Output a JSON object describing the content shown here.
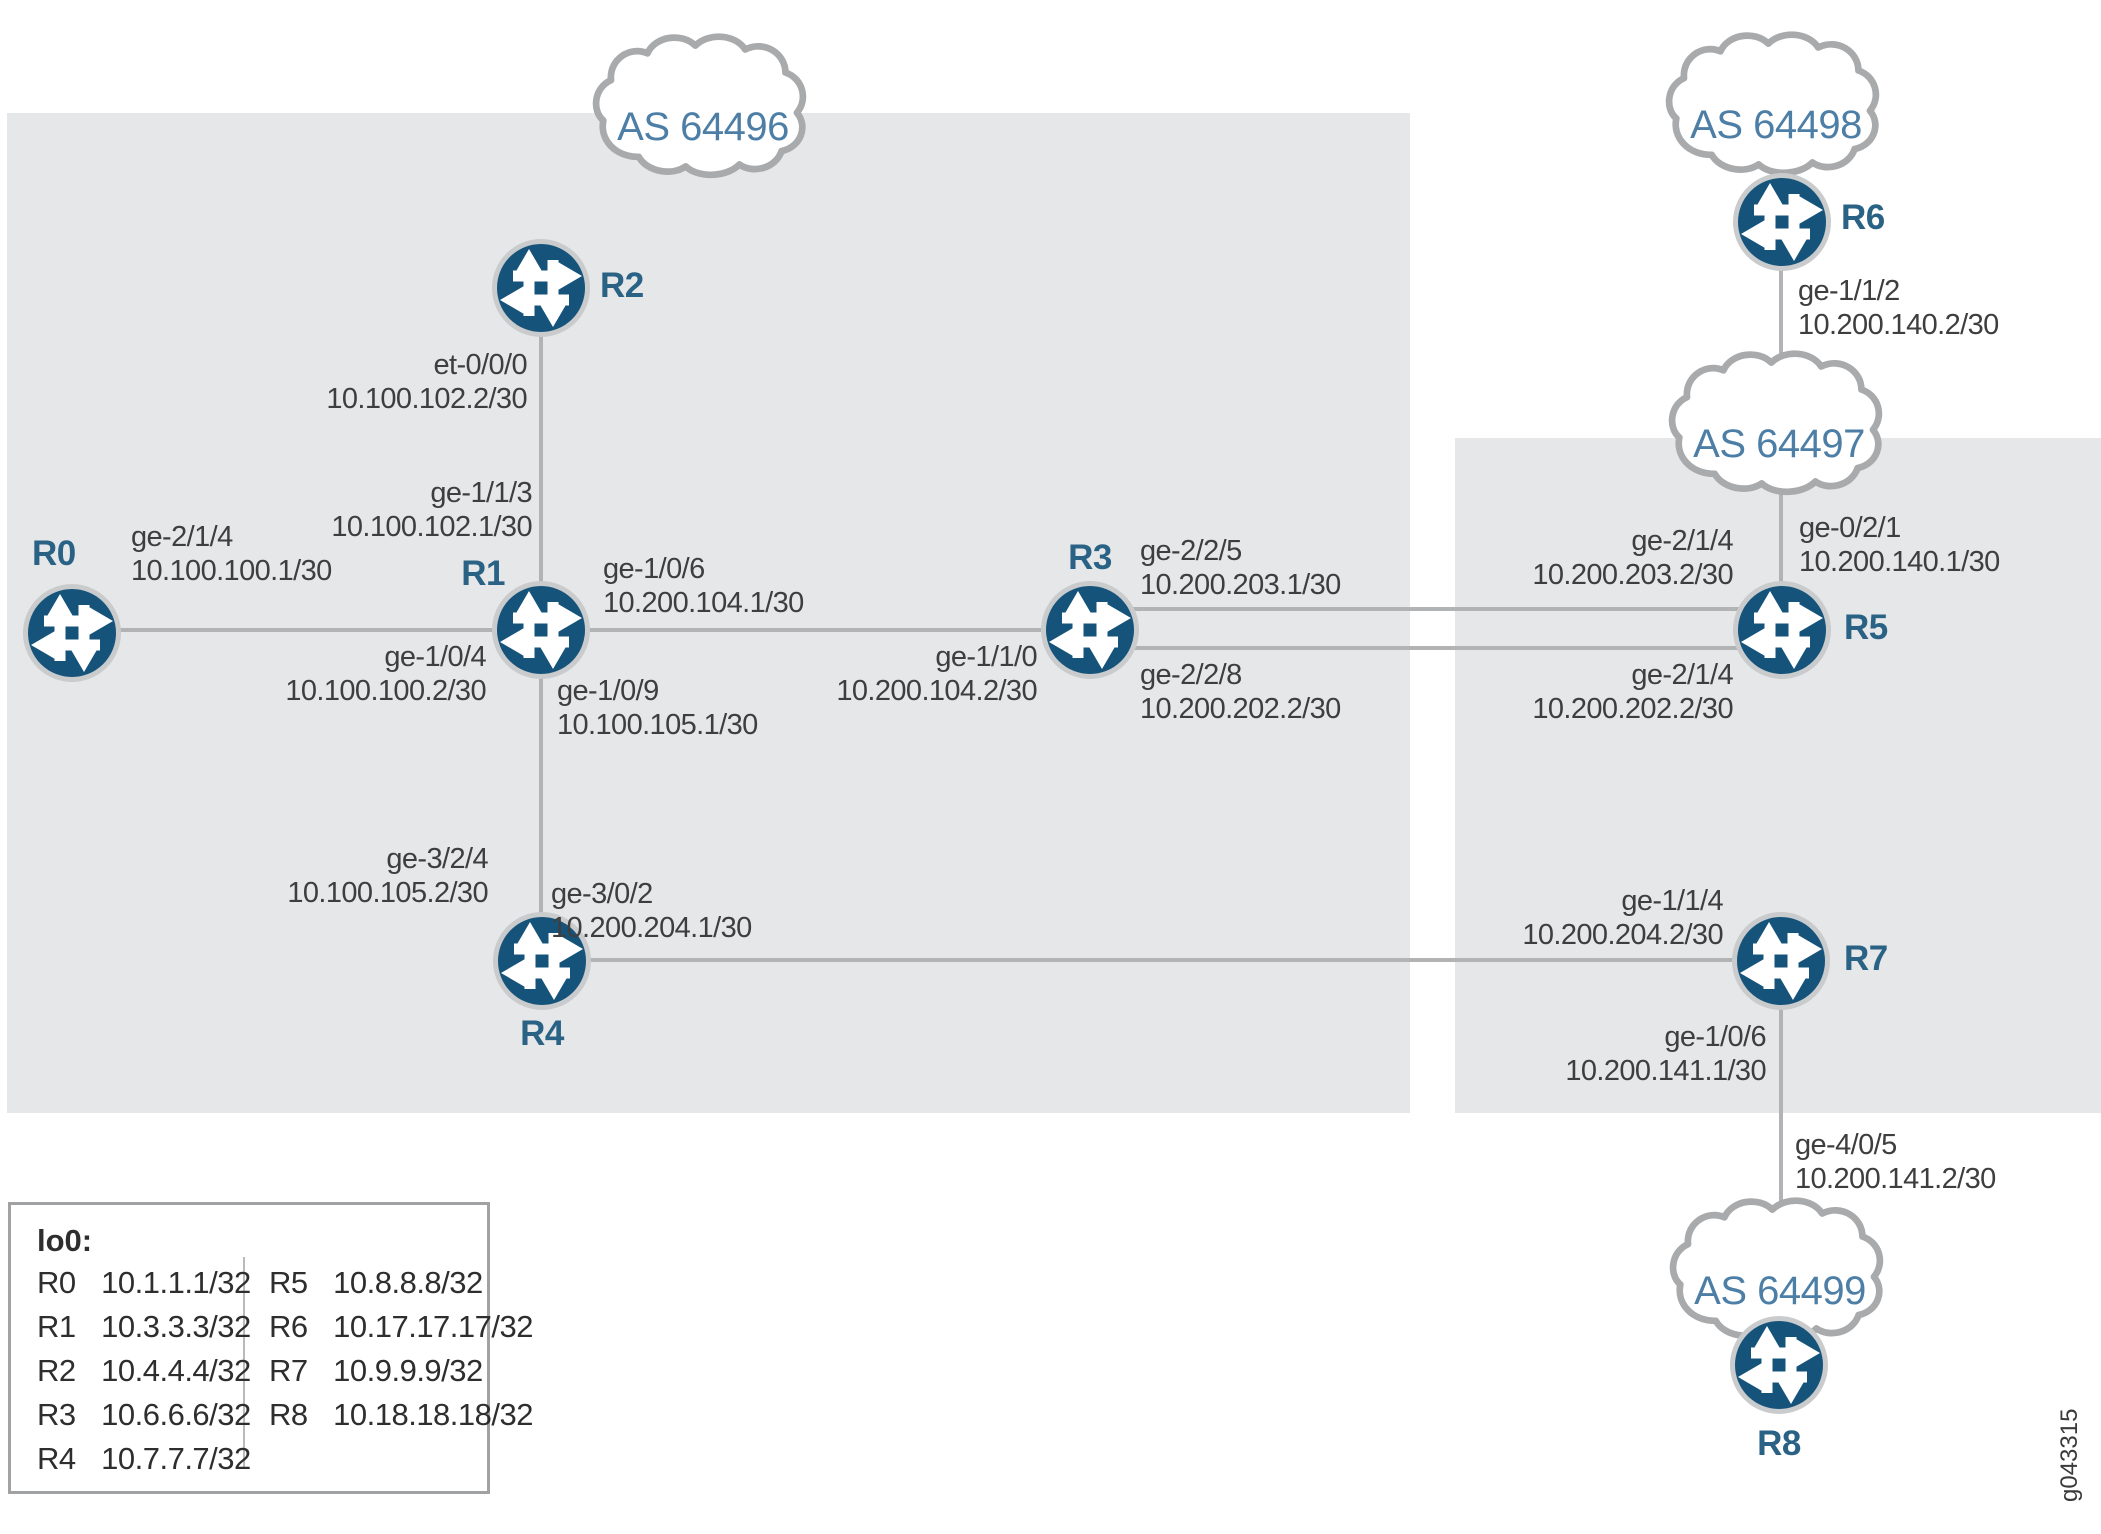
{
  "figure_id": "g043315",
  "clouds": {
    "as64496": {
      "label": "AS 64496"
    },
    "as64497": {
      "label": "AS 64497"
    },
    "as64498": {
      "label": "AS 64498"
    },
    "as64499": {
      "label": "AS 64499"
    }
  },
  "routers": {
    "r0": {
      "label": "R0"
    },
    "r1": {
      "label": "R1"
    },
    "r2": {
      "label": "R2"
    },
    "r3": {
      "label": "R3"
    },
    "r4": {
      "label": "R4"
    },
    "r5": {
      "label": "R5"
    },
    "r6": {
      "label": "R6"
    },
    "r7": {
      "label": "R7"
    },
    "r8": {
      "label": "R8"
    }
  },
  "interface_labels": {
    "r2_et000": {
      "interface": "et-0/0/0",
      "ip": "10.100.102.2/30"
    },
    "r1_ge113": {
      "interface": "ge-1/1/3",
      "ip": "10.100.102.1/30"
    },
    "r0_ge214": {
      "interface": "ge-2/1/4",
      "ip": "10.100.100.1/30"
    },
    "r1_ge104": {
      "interface": "ge-1/0/4",
      "ip": "10.100.100.2/30"
    },
    "r1_ge106": {
      "interface": "ge-1/0/6",
      "ip": "10.200.104.1/30"
    },
    "r1_ge109": {
      "interface": "ge-1/0/9",
      "ip": "10.100.105.1/30"
    },
    "r3_ge110": {
      "interface": "ge-1/1/0",
      "ip": "10.200.104.2/30"
    },
    "r3_ge225": {
      "interface": "ge-2/2/5",
      "ip": "10.200.203.1/30"
    },
    "r3_ge228": {
      "interface": "ge-2/2/8",
      "ip": "10.200.202.2/30"
    },
    "r5_ge214_upper": {
      "interface": "ge-2/1/4",
      "ip": "10.200.203.2/30"
    },
    "r5_ge214_lower": {
      "interface": "ge-2/1/4",
      "ip": "10.200.202.2/30"
    },
    "r5_ge021": {
      "interface": "ge-0/2/1",
      "ip": "10.200.140.1/30"
    },
    "r6_ge112": {
      "interface": "ge-1/1/2",
      "ip": "10.200.140.2/30"
    },
    "r7_ge114": {
      "interface": "ge-1/1/4",
      "ip": "10.200.204.2/30"
    },
    "r7_ge106": {
      "interface": "ge-1/0/6",
      "ip": "10.200.141.1/30"
    },
    "r7_ge405": {
      "interface": "ge-4/0/5",
      "ip": "10.200.141.2/30"
    },
    "r4_ge324": {
      "interface": "ge-3/2/4",
      "ip": "10.100.105.2/30"
    },
    "r4_ge302": {
      "interface": "ge-3/0/2",
      "ip": "10.200.204.1/30"
    }
  },
  "legend": {
    "title": "lo0:",
    "left_column": [
      {
        "router": "R0",
        "ip": "10.1.1.1/32"
      },
      {
        "router": "R1",
        "ip": "10.3.3.3/32"
      },
      {
        "router": "R2",
        "ip": "10.4.4.4/32"
      },
      {
        "router": "R3",
        "ip": "10.6.6.6/32"
      },
      {
        "router": "R4",
        "ip": "10.7.7.7/32"
      }
    ],
    "right_column": [
      {
        "router": "R5",
        "ip": "10.8.8.8/32"
      },
      {
        "router": "R6",
        "ip": "10.17.17.17/32"
      },
      {
        "router": "R7",
        "ip": "10.9.9.9/32"
      },
      {
        "router": "R8",
        "ip": "10.18.18.18/32"
      }
    ]
  },
  "colors": {
    "panel_gray": "#e5e7e8",
    "line_gray": "#b1b3b5",
    "cloud_stroke": "#a8aaac",
    "router_fill": "#15537a",
    "router_ring": "#c9cbcd",
    "as_label_blue": "#4d7ea6",
    "router_label_blue": "#2a6285",
    "interface_text": "#3e3e3e"
  }
}
